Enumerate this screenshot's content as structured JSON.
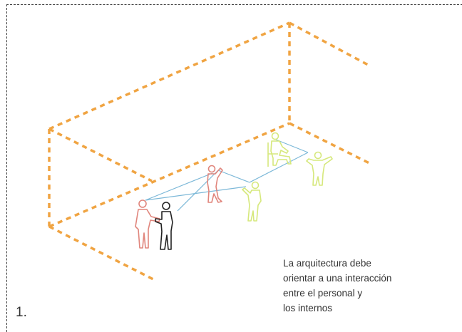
{
  "panel": {
    "number": "1."
  },
  "caption": {
    "lines": [
      "La arquitectura debe",
      "orientar a una interacción",
      "entre el personal y",
      "los internos"
    ]
  },
  "colors": {
    "frame": "#3a3a3a",
    "room_outline": "#f0a442",
    "sightlines": "#7cb8d8",
    "staff_figures": "#e0857c",
    "inmate_figures": "#d6e87c",
    "visitor_figure": "#222222",
    "caption_text": "#333333"
  },
  "figures": [
    {
      "role": "staff",
      "pose": "standing-handshake",
      "color": "staff_figures"
    },
    {
      "role": "visitor",
      "pose": "standing-handshake",
      "color": "visitor_figure"
    },
    {
      "role": "staff",
      "pose": "standing-gesturing",
      "color": "staff_figures"
    },
    {
      "role": "inmate",
      "pose": "standing-pointing",
      "color": "inmate_figures"
    },
    {
      "role": "inmate",
      "pose": "seated",
      "color": "inmate_figures"
    },
    {
      "role": "inmate",
      "pose": "standing-arms-out",
      "color": "inmate_figures"
    }
  ]
}
